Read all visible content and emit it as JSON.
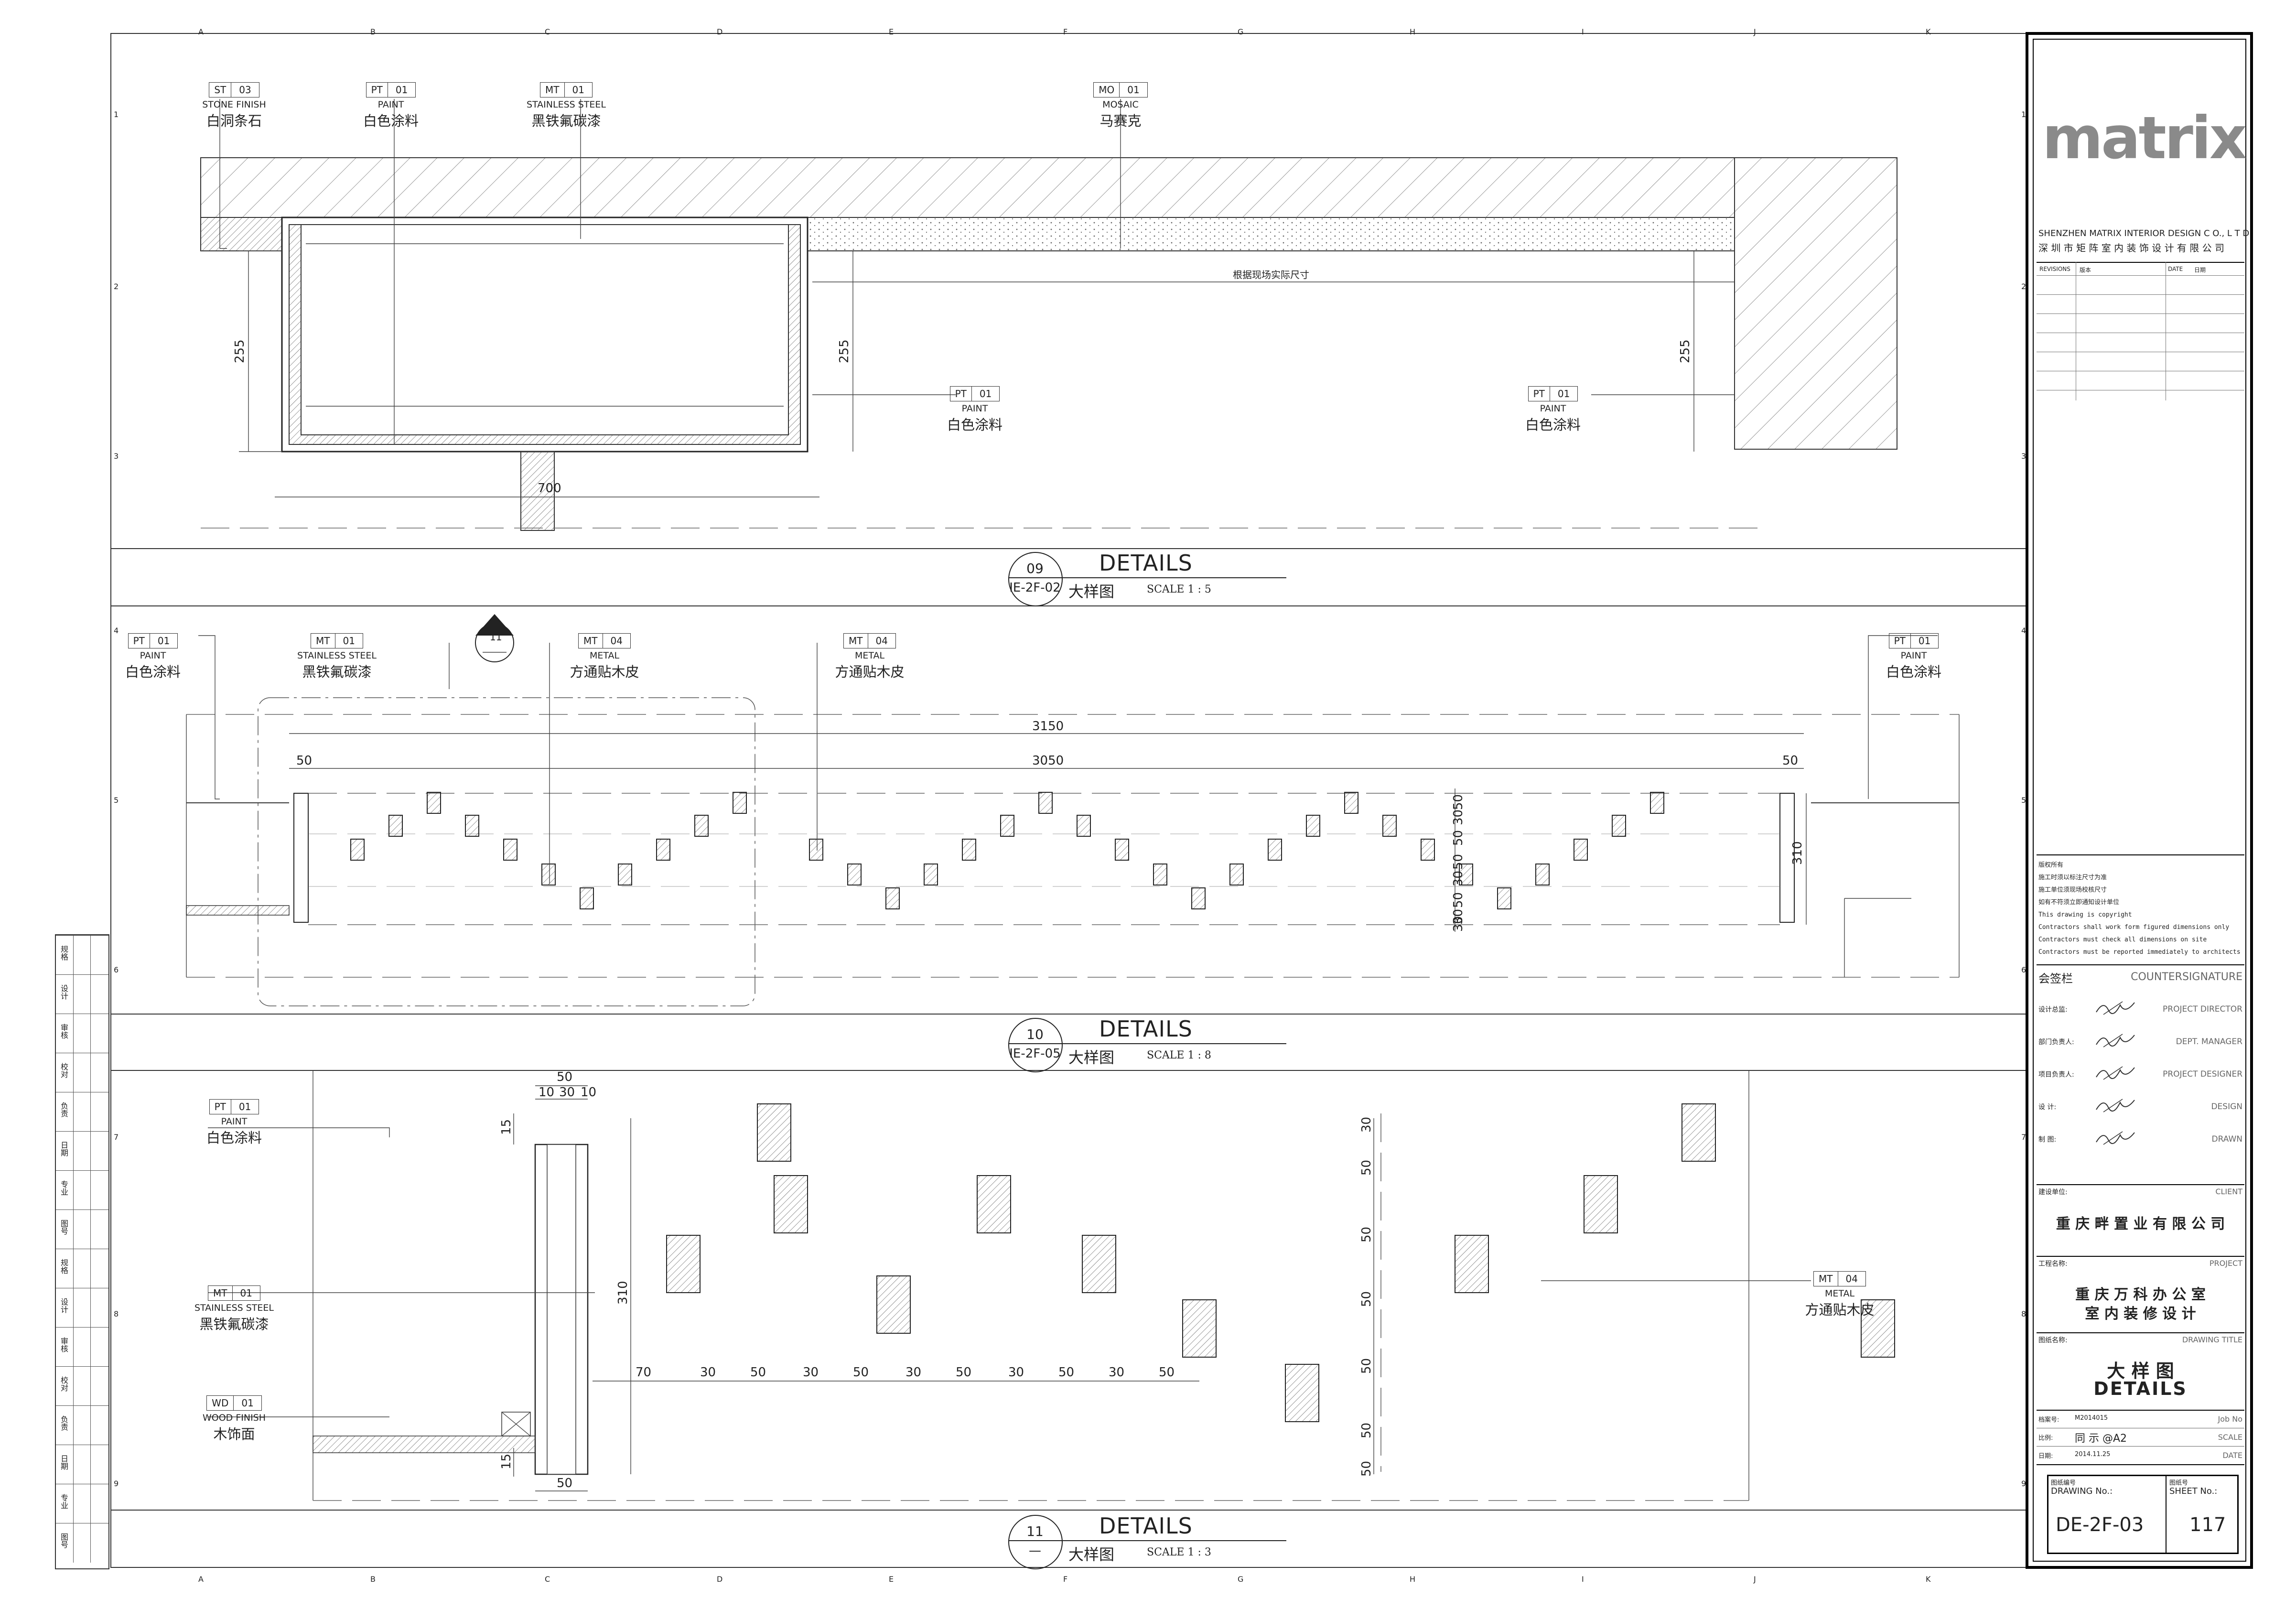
{
  "grid": {
    "cols": [
      "A",
      "B",
      "C",
      "D",
      "E",
      "F",
      "G",
      "H",
      "I",
      "J",
      "K"
    ],
    "rows": [
      "1",
      "2",
      "3",
      "4",
      "5",
      "6",
      "7",
      "8",
      "9"
    ]
  },
  "sections": [
    {
      "num": "09",
      "ref": "IE-2F-02",
      "title": "DETAILS",
      "cn": "大样图",
      "scale": "SCALE 1 : 5"
    },
    {
      "num": "10",
      "ref": "IE-2F-05",
      "title": "DETAILS",
      "cn": "大样图",
      "scale": "SCALE 1 : 8"
    },
    {
      "num": "11",
      "ref": "—",
      "title": "DETAILS",
      "cn": "大样图",
      "scale": "SCALE 1 : 3"
    }
  ],
  "tags": {
    "st03": {
      "code": "ST",
      "num": "03",
      "en": "STONE FINISH",
      "cn": "白洞条石"
    },
    "pt01": {
      "code": "PT",
      "num": "01",
      "en": "PAINT",
      "cn": "白色涂料"
    },
    "mt01": {
      "code": "MT",
      "num": "01",
      "en": "STAINLESS STEEL",
      "cn": "黑铁氟碳漆"
    },
    "mo01": {
      "code": "MO",
      "num": "01",
      "en": "MOSAIC",
      "cn": "马赛克"
    },
    "mt04": {
      "code": "MT",
      "num": "04",
      "en": "METAL",
      "cn": "方通贴木皮"
    },
    "wd01": {
      "code": "WD",
      "num": "01",
      "en": "WOOD FINISH",
      "cn": "木饰面"
    }
  },
  "sec9_note": "根据现场实际尺寸",
  "section_callout": "11",
  "dims": {
    "d255": "255",
    "d700": "700",
    "d3150": "3150",
    "d3050": "3050",
    "d50": "50",
    "d310": "310",
    "d30": "30",
    "d70": "70",
    "d15": "15",
    "d10": "10"
  },
  "titleblock": {
    "logo": "matrix",
    "company_en": "SHENZHEN MATRIX INTERIOR DESIGN  C O., L T D",
    "company_cn": "深 圳 市 矩 阵 室 内 装 饰 设 计 有 限 公 司",
    "revisions": "REVISIONS",
    "rev_cn": "版本",
    "date": "DATE",
    "date_cn": "日期",
    "notes": [
      "版权所有",
      "施工时须以标注尺寸为准",
      "施工单位须现场校核尺寸",
      "如有不符须立即通知设计单位",
      "This drawing is copyright",
      "Contractors shall work form figured dimensions only",
      "Contractors must check all dimensions on site",
      "Contractors must be reported immediately to architects"
    ],
    "countersign_cn": "会签栏",
    "countersign_en": "COUNTERSIGNATURE",
    "roles": [
      {
        "cn": "设计总监:",
        "en": "PROJECT DIRECTOR"
      },
      {
        "cn": "部门负责人:",
        "en": "DEPT. MANAGER"
      },
      {
        "cn": "项目负责人:",
        "en": "PROJECT DESIGNER"
      },
      {
        "cn": "设    计:",
        "en": "DESIGN"
      },
      {
        "cn": "制    图:",
        "en": "DRAWN"
      }
    ],
    "client_cn": "建设单位:",
    "client_en": "CLIENT",
    "client": "重 庆 畔 置 业 有 限 公 司",
    "project_cn": "工程名称:",
    "project_en": "PROJECT",
    "project_l1": "重 庆 万 科 办 公 室",
    "project_l2": "室 内 装 修 设 计",
    "dtitle_cn": "图纸名称:",
    "dtitle_en": "DRAWING TITLE",
    "dtitle_l1": "大   样   图",
    "dtitle_l2": "DETAILS",
    "job_cn": "档案号:",
    "job": "M2014015",
    "job_en": "Job No",
    "scale_cn": "比例:",
    "scale": "同 示 @A2",
    "scale_en": "SCALE",
    "date_cn2": "日期:",
    "date_val": "2014.11.25",
    "date_en": "DATE",
    "drawno_cn": "图纸编号",
    "drawno_en": "DRAWING No.:",
    "drawno": "DE-2F-03",
    "sheet_cn": "图纸号",
    "sheet_en": "SHEET No.:",
    "sheet": "117"
  },
  "leftstrip": [
    "规格",
    "设计",
    "审核",
    "校对",
    "负责",
    "日期",
    "专业",
    "图号",
    "规格",
    "设计",
    "审核",
    "校对",
    "负责",
    "日期",
    "专业",
    "图号"
  ]
}
